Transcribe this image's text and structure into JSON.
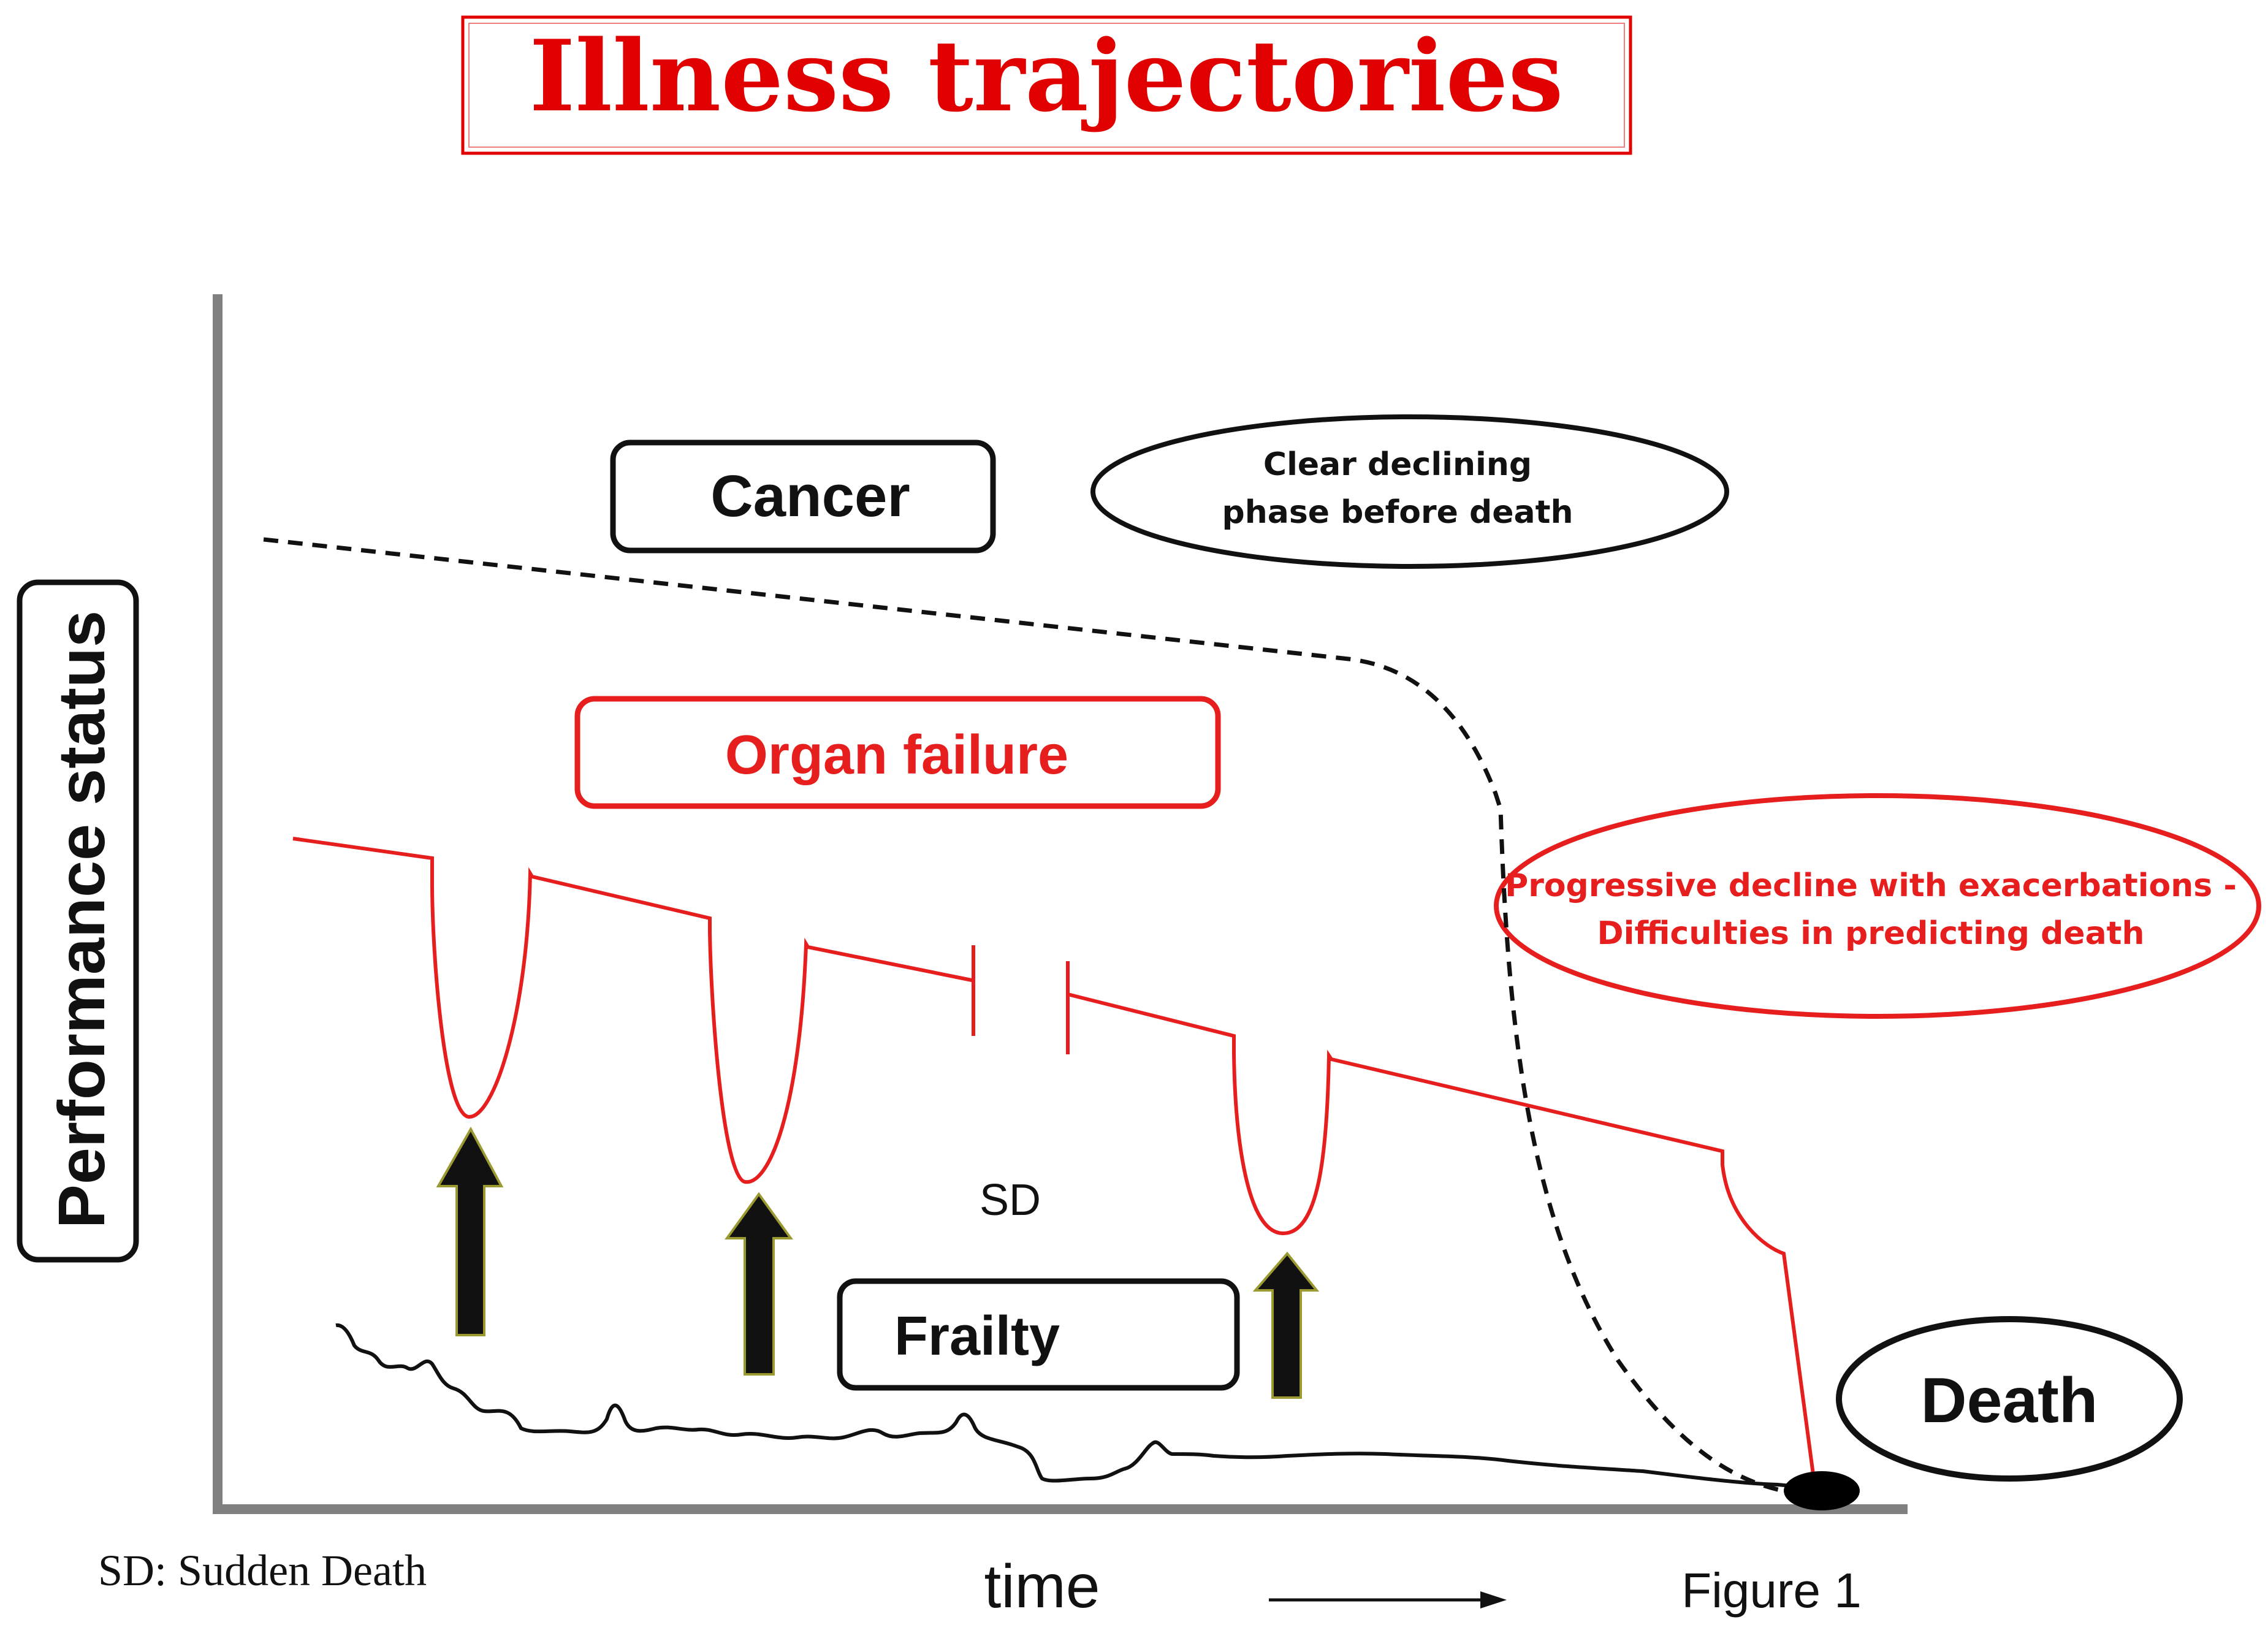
{
  "title": "Illness trajectories",
  "y_axis_label": "Performance status",
  "x_axis_label": "time",
  "figure_label": "Figure 1",
  "footnote": "SD: Sudden Death",
  "labels": {
    "cancer": "Cancer",
    "organ_failure": "Organ failure",
    "frailty": "Frailty",
    "sd": "SD",
    "death": "Death"
  },
  "notes": {
    "cancer_line1": "Clear declining",
    "cancer_line2": "phase before death",
    "organ_line1": "Progressive decline with exacerbations -",
    "organ_line2": "Difficulties in predicting death"
  },
  "colors": {
    "title": "#e00000",
    "organ_failure": "#e61e1e",
    "axis": "#808080",
    "text": "#111111"
  },
  "icons": {
    "exacerbation_arrows": "up-arrow-icon",
    "death_marker": "filled-ellipse-icon"
  }
}
